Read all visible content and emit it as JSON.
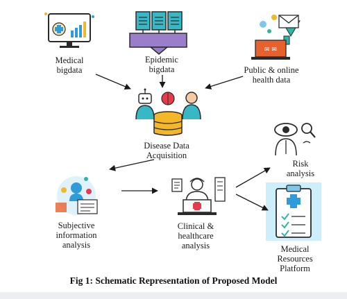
{
  "nodes": {
    "medical": "Medical\nbigdata",
    "epidemic": "Epidemic\nbigdata",
    "public": "Public & online\nhealth data",
    "acquisition": "Disease Data\nAcquisition",
    "risk": "Risk\nanalysis",
    "subjective": "Subjective\ninformation\nanalysis",
    "clinical": "Clinical &\nhealthcare\nanalysis",
    "resources": "Medical\nResources\nPlatform"
  },
  "caption": "Fig 1: Schematic Representation of Proposed Model",
  "colors": {
    "accent_blue": "#2f9bd8",
    "accent_gold": "#f4b728",
    "accent_teal": "#2ab7a9",
    "arrow": "#1a1a1a"
  },
  "icons": [
    "monitor-chart-icon",
    "documents-icon",
    "email-funnel-icon",
    "people-database-icon",
    "eye-magnifier-icon",
    "doctor-network-icon",
    "doctor-computer-icon",
    "clipboard-checklist-icon"
  ]
}
